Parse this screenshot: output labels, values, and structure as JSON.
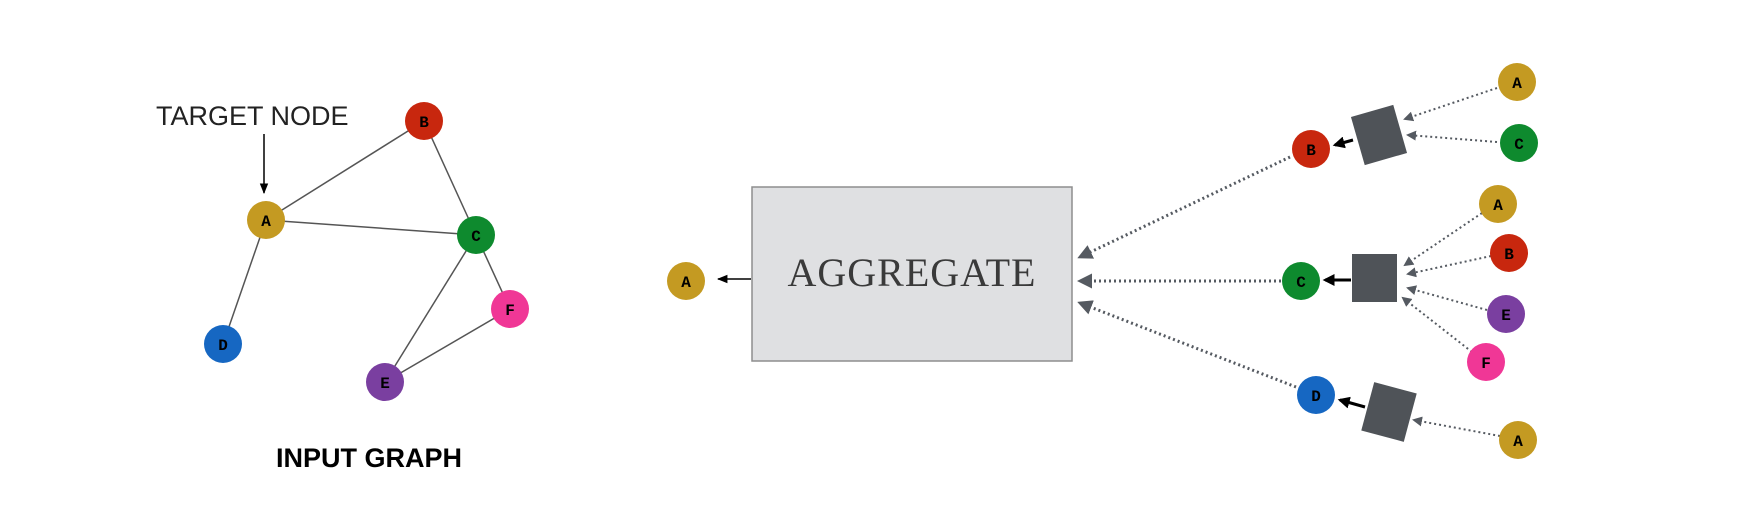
{
  "input_graph": {
    "title": "INPUT GRAPH",
    "annotation": "TARGET NODE",
    "nodes": [
      {
        "id": "A",
        "label": "A",
        "color": "#C49A22"
      },
      {
        "id": "B",
        "label": "B",
        "color": "#C8270E"
      },
      {
        "id": "C",
        "label": "C",
        "color": "#0E8A2E"
      },
      {
        "id": "D",
        "label": "D",
        "color": "#1667C2"
      },
      {
        "id": "E",
        "label": "E",
        "color": "#7A3FA0"
      },
      {
        "id": "F",
        "label": "F",
        "color": "#F03796"
      }
    ],
    "edges": [
      [
        "A",
        "B"
      ],
      [
        "A",
        "C"
      ],
      [
        "B",
        "C"
      ],
      [
        "A",
        "D"
      ],
      [
        "C",
        "E"
      ],
      [
        "C",
        "F"
      ],
      [
        "E",
        "F"
      ]
    ]
  },
  "aggregate": {
    "label": "AGGREGATE",
    "output_node": {
      "label": "A",
      "color": "#C49A22"
    }
  },
  "neighborhood": [
    {
      "node": {
        "label": "B",
        "color": "#C8270E"
      },
      "neighbors": [
        {
          "label": "A",
          "color": "#C49A22"
        },
        {
          "label": "C",
          "color": "#0E8A2E"
        }
      ]
    },
    {
      "node": {
        "label": "C",
        "color": "#0E8A2E"
      },
      "neighbors": [
        {
          "label": "A",
          "color": "#C49A22"
        },
        {
          "label": "B",
          "color": "#C8270E"
        },
        {
          "label": "E",
          "color": "#7A3FA0"
        },
        {
          "label": "F",
          "color": "#F03796"
        }
      ]
    },
    {
      "node": {
        "label": "D",
        "color": "#1667C2"
      },
      "neighbors": [
        {
          "label": "A",
          "color": "#C49A22"
        }
      ]
    }
  ],
  "colors": {
    "aggregate_fill": "#DFE0E2",
    "aggregate_stroke": "#8E8E8E",
    "box_fill": "#4F5358",
    "dotted_arrow": "#555A61",
    "edge": "#555555"
  }
}
